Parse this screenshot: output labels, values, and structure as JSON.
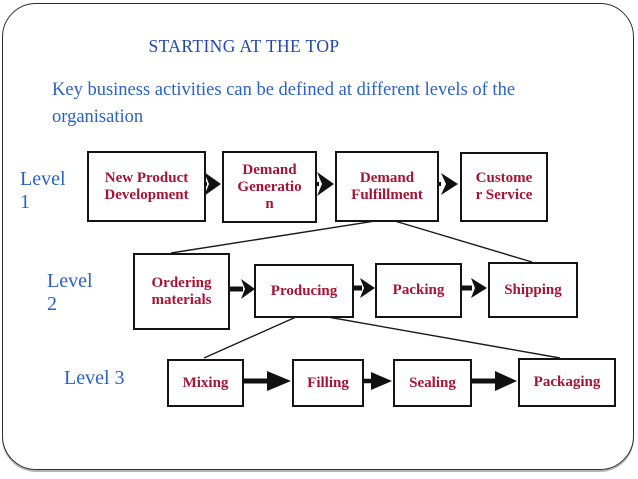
{
  "slide": {
    "title": "STARTING AT THE TOP",
    "subtitle": "Key business activities can be defined at different levels of the organisation"
  },
  "colors": {
    "title_blue": "#2548ab",
    "body_blue": "#2a62c4",
    "box_text_red": "#a31536",
    "line_black": "#141414",
    "background": "#ffffff"
  },
  "levels": [
    {
      "label": "Level 1",
      "boxes": [
        {
          "label": "New Product\nDevelopment"
        },
        {
          "label": "Demand\nGeneratio\nn"
        },
        {
          "label": "Demand\nFulfillment"
        },
        {
          "label": "Custome\nr Service"
        }
      ]
    },
    {
      "label": "Level 2",
      "boxes": [
        {
          "label": "Ordering\nmaterials"
        },
        {
          "label": "Producing"
        },
        {
          "label": "Packing"
        },
        {
          "label": "Shipping"
        }
      ]
    },
    {
      "label": "Level 3",
      "boxes": [
        {
          "label": "Mixing"
        },
        {
          "label": "Filling"
        },
        {
          "label": "Sealing"
        },
        {
          "label": "Packaging"
        }
      ]
    }
  ]
}
